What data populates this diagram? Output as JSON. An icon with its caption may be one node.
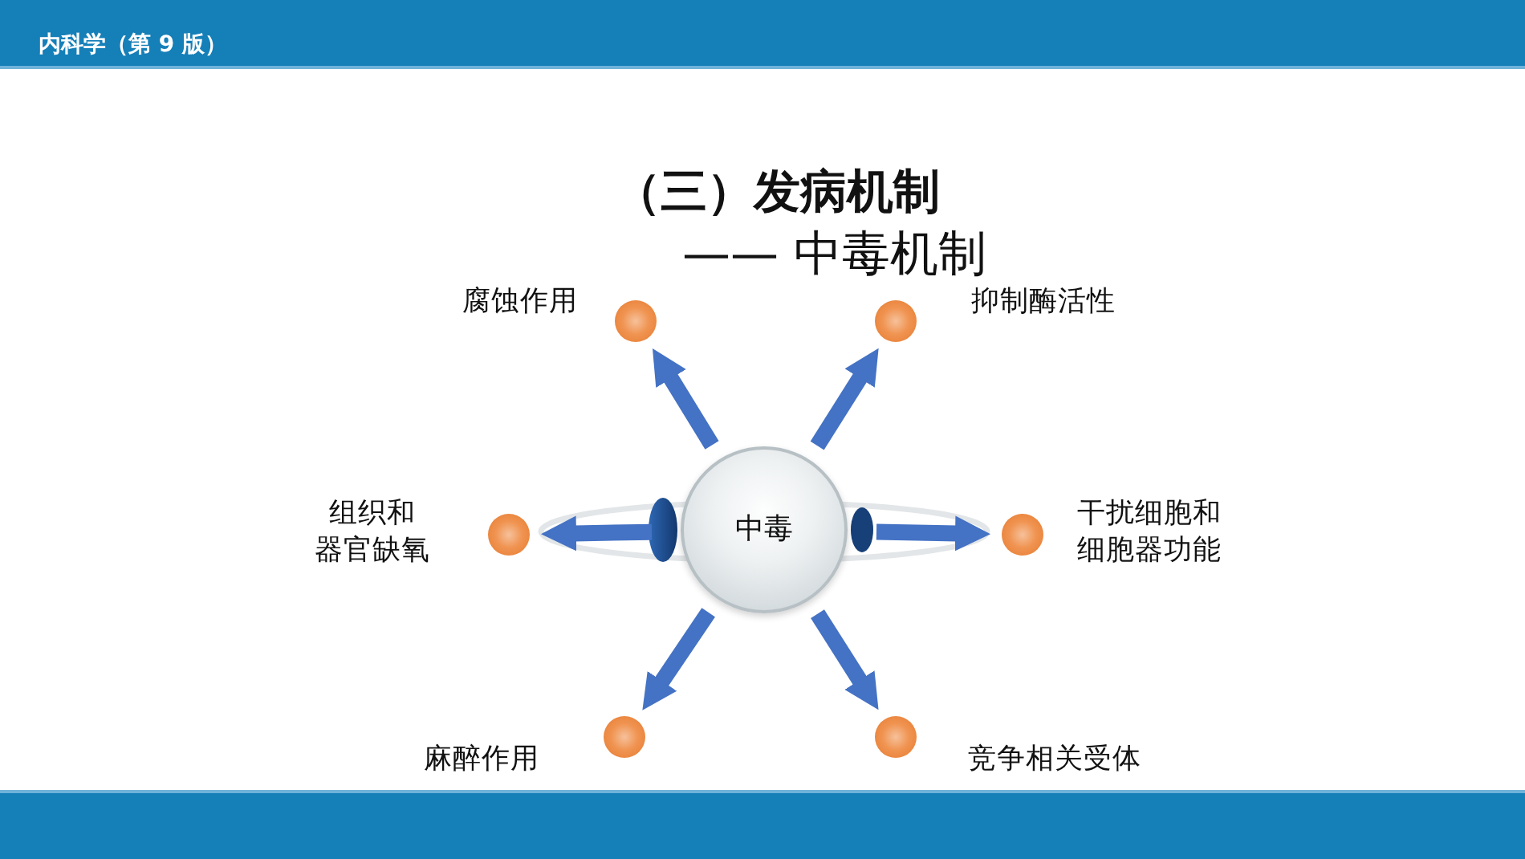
{
  "diagram": {
    "title": "（三）发病机制",
    "nodes": [
      {
        "text": [
          "中毒"
        ]
      },
      {
        "text": [],
        "shape": "circle",
        "beside": [
          "腐蚀作用"
        ]
      },
      {
        "text": [],
        "shape": "circle",
        "beside": [
          "抑制酶活性"
        ]
      },
      {
        "text": [],
        "shape": "circle",
        "beside": [
          "组织和器官缺氧"
        ]
      },
      {
        "text": [],
        "shape": "circle",
        "beside": [
          "干扰细胞和细胞器功能"
        ]
      },
      {
        "text": [],
        "shape": "circle",
        "beside": [
          "麻醉作用"
        ]
      },
      {
        "text": [],
        "shape": "circle",
        "beside": [
          "竞争相关受体"
        ]
      }
    ],
    "edges": [
      {
        "from": 0,
        "to": 1,
        "arrow": "to"
      },
      {
        "from": 0,
        "to": 2,
        "arrow": "to"
      },
      {
        "from": 0,
        "to": 3,
        "arrow": "to"
      },
      {
        "from": 0,
        "to": 4,
        "arrow": "to"
      },
      {
        "from": 0,
        "to": 5,
        "arrow": "to"
      },
      {
        "from": 0,
        "to": 6,
        "arrow": "to"
      }
    ],
    "labels": [
      "内科学（第 9 版）",
      "—— 中毒机制"
    ]
  }
}
